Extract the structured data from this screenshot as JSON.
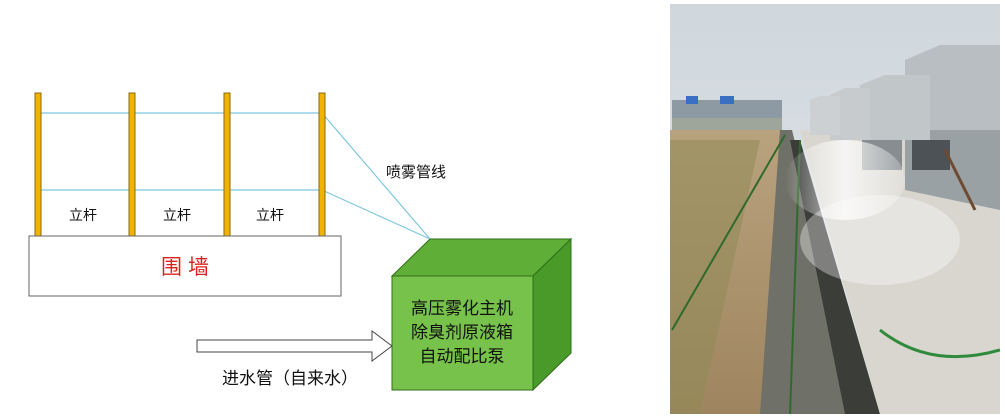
{
  "diagram": {
    "post_label": "立杆",
    "wall_label": "围墙",
    "spray_line_label": "喷雾管线",
    "machine_lines": [
      "高压雾化主机",
      "除臭剂原液箱",
      "自动配比泵"
    ],
    "inlet_label": "进水管（自来水）"
  },
  "colors": {
    "post_fill": "#f0b400",
    "post_stroke": "#8a6a10",
    "spray_line": "#7ec6df",
    "box_front": "#77c24a",
    "box_top": "#5fae37",
    "box_side": "#4a9a2a",
    "box_stroke": "#2f6e1a",
    "wall_text": "#e02020"
  },
  "photo": {
    "description_icon": "farm-spray-photo"
  }
}
